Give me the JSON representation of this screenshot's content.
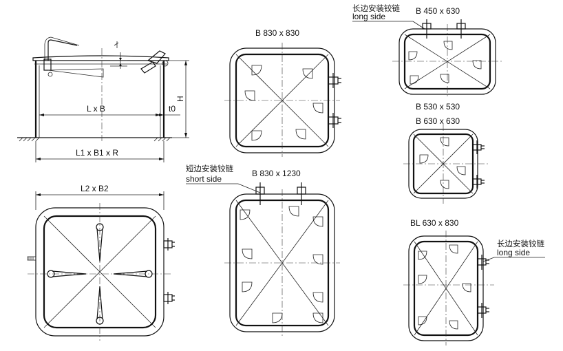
{
  "section_view": {
    "dim_inner": "L x B",
    "dim_thickness": "t0",
    "dim_outer": "L1 x B1 x R",
    "dim_height": "H"
  },
  "plan_view": {
    "dim_outer": "L2 x B2"
  },
  "variants": {
    "v830x830": "B 830 x 830",
    "v830x1230": "B 830 x 1230",
    "v450x630": "B 450 x 630",
    "v530x530": "B 530 x 530",
    "v630x630": "B 630 x 630",
    "bl630x830": "BL 630 x 830"
  },
  "hinge_notes": {
    "long_side_cn": "长边安装铰链",
    "long_side_en": "long side",
    "short_side_cn": "短边安装铰链",
    "short_side_en": "short side"
  }
}
